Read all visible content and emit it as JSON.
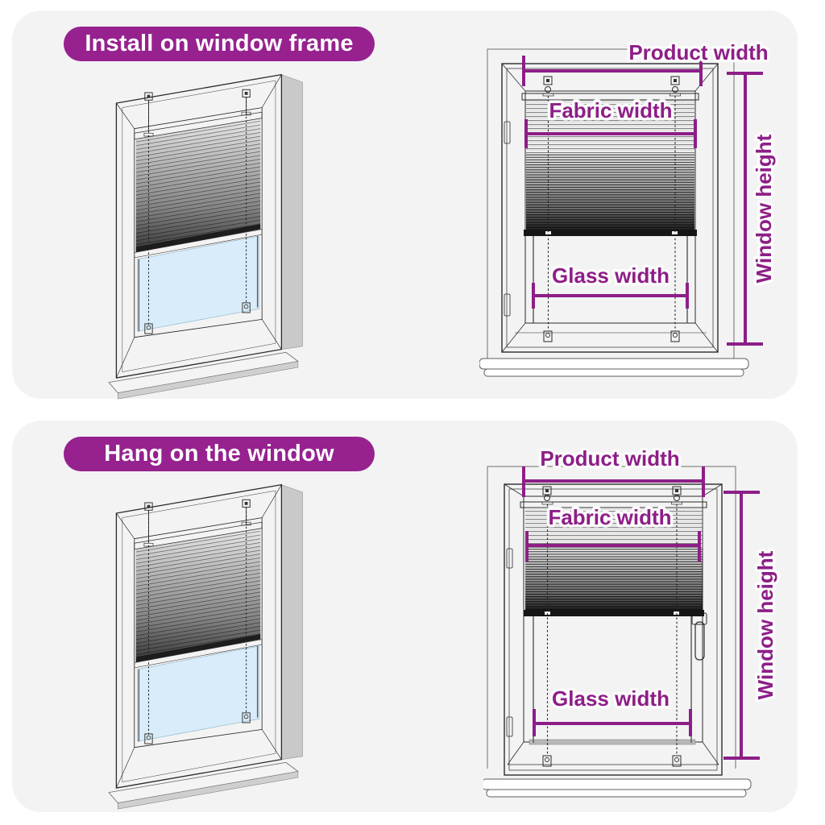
{
  "page": {
    "type": "product-measurement-infographic",
    "background": "#ffffff"
  },
  "colors": {
    "panel_background": "#f3f3f4",
    "badge_purple": "#96218f",
    "dimension_purple": "#8d1e87",
    "glass_blue": "#d8ecf9",
    "wall_gray": "#c9c9c9"
  },
  "panels": [
    {
      "id": "install-on-window-frame",
      "title": "Install on window frame",
      "labels": {
        "product_width": "Product width",
        "fabric_width": "Fabric width",
        "glass_width": "Glass width",
        "window_height": "Window height"
      }
    },
    {
      "id": "hang-on-the-window",
      "title": "Hang on the window",
      "labels": {
        "product_width": "Product width",
        "fabric_width": "Fabric width",
        "glass_width": "Glass width",
        "window_height": "Window height"
      }
    }
  ]
}
